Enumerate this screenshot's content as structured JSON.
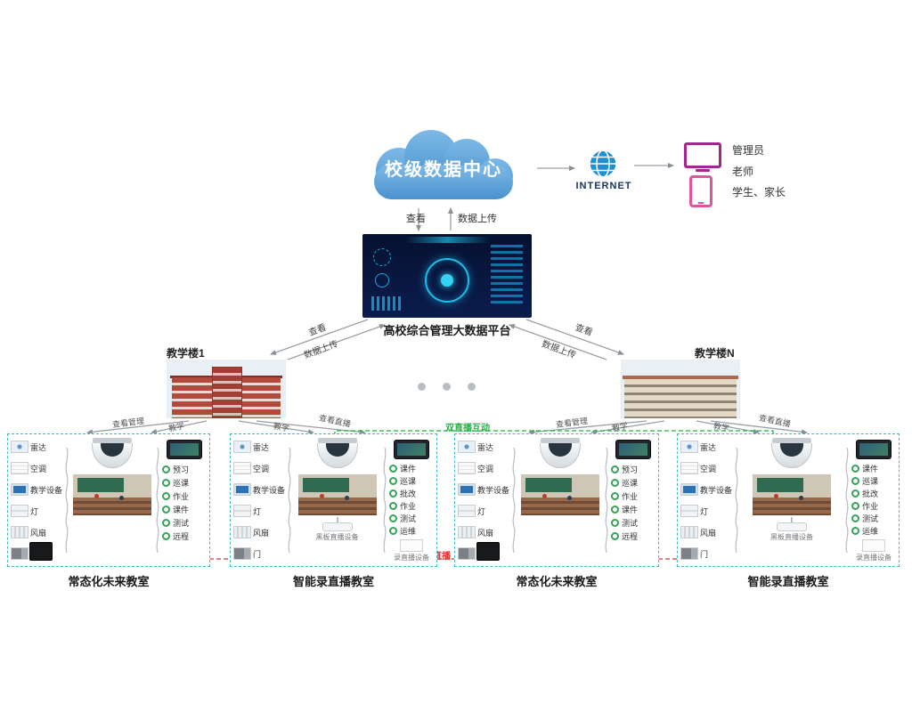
{
  "cloud": {
    "label": "校级数据中心"
  },
  "internet": {
    "label": "INTERNET"
  },
  "users": [
    {
      "label": "管理员"
    },
    {
      "label": "老师"
    },
    {
      "label": "学生、家长"
    }
  ],
  "platform": {
    "label": "高校综合管理大数据平台"
  },
  "links": {
    "view": "查看",
    "upload": "数据上传",
    "manage": "查看管理",
    "teach": "教学",
    "view_live": "查看直播",
    "dual_live": "双直播互动",
    "live": "直播"
  },
  "buildings": [
    {
      "label": "教学楼1"
    },
    {
      "label": "教学楼N"
    }
  ],
  "devices": [
    {
      "label": "雷达"
    },
    {
      "label": "空调"
    },
    {
      "label": "教学设备"
    },
    {
      "label": "灯"
    },
    {
      "label": "风扇"
    },
    {
      "label": "门"
    }
  ],
  "functions_future": [
    {
      "label": "预习"
    },
    {
      "label": "巡课"
    },
    {
      "label": "作业"
    },
    {
      "label": "课件"
    },
    {
      "label": "测试"
    },
    {
      "label": "远程"
    }
  ],
  "functions_recording": [
    {
      "label": "课件"
    },
    {
      "label": "巡课"
    },
    {
      "label": "批改"
    },
    {
      "label": "作业"
    },
    {
      "label": "测试"
    },
    {
      "label": "运维"
    }
  ],
  "classrooms": [
    {
      "label": "常态化未来教室"
    },
    {
      "label": "智能录直播教室",
      "caption_center": "黑板直播设备",
      "caption_right": "录直播设备"
    },
    {
      "label": "常态化未来教室"
    },
    {
      "label": "智能录直播教室",
      "caption_center": "黑板直播设备",
      "caption_right": "录直播设备"
    }
  ],
  "colors": {
    "cloud": "#4f9fd9",
    "green": "#2eac4a",
    "red": "#e03131",
    "panel_border": "#43b7c9"
  }
}
